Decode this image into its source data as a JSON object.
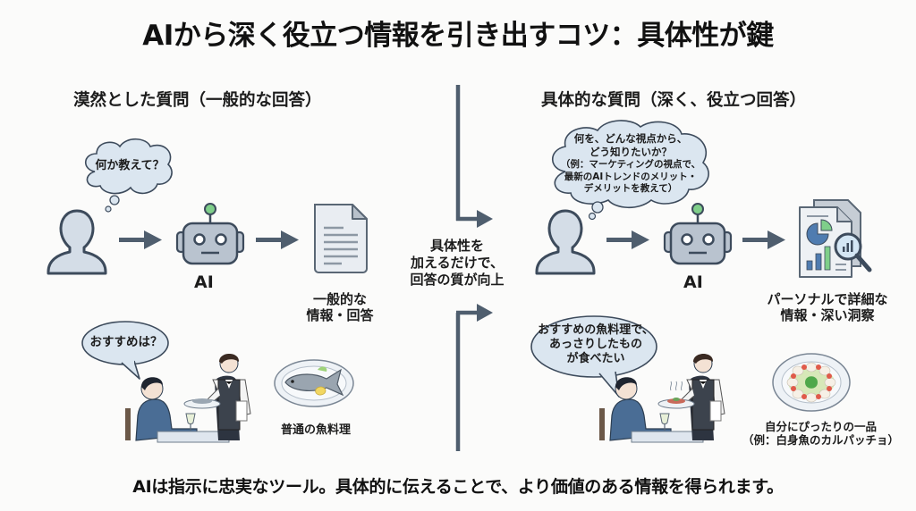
{
  "title": "AIから深く役立つ情報を引き出すコツ：具体性が鍵",
  "left": {
    "heading": "漠然とした質問（一般的な回答）",
    "thought_bubble": "何か教えて？",
    "ai_label": "AI",
    "result_label": [
      "一般的な",
      "情報・回答"
    ],
    "restaurant_bubble": "おすすめは？",
    "dish_label": "普通の魚料理"
  },
  "center": {
    "message": [
      "具体性を",
      "加えるだけで、",
      "回答の質が向上"
    ]
  },
  "right": {
    "heading": "具体的な質問（深く、役立つ回答）",
    "thought_bubble": [
      "何を、どんな視点から、",
      "どう知りたいか？",
      "（例：マーケティングの視点で、",
      "最新のAIトレンドのメリット・",
      "デメリットを教えて）"
    ],
    "ai_label": "AI",
    "result_label": [
      "パーソナルで詳細な",
      "情報・深い洞察"
    ],
    "restaurant_bubble": [
      "おすすめの魚料理で、",
      "あっさりしたもの",
      "が食べたい"
    ],
    "dish_label": [
      "自分にぴったりの一品",
      "（例：白身魚のカルパッチョ）"
    ]
  },
  "footer": "AIは指示に忠実なツール。具体的に伝えることで、より価値のある情報を得られます。",
  "colors": {
    "icon_stroke": "#3d4b5c",
    "icon_fill": "#d4dde7",
    "robot_fill": "#b9c3cf",
    "antenna_green": "#7fcf8a",
    "arrow": "#4f5e6e",
    "bubble_fill": "#dbe6f0"
  }
}
